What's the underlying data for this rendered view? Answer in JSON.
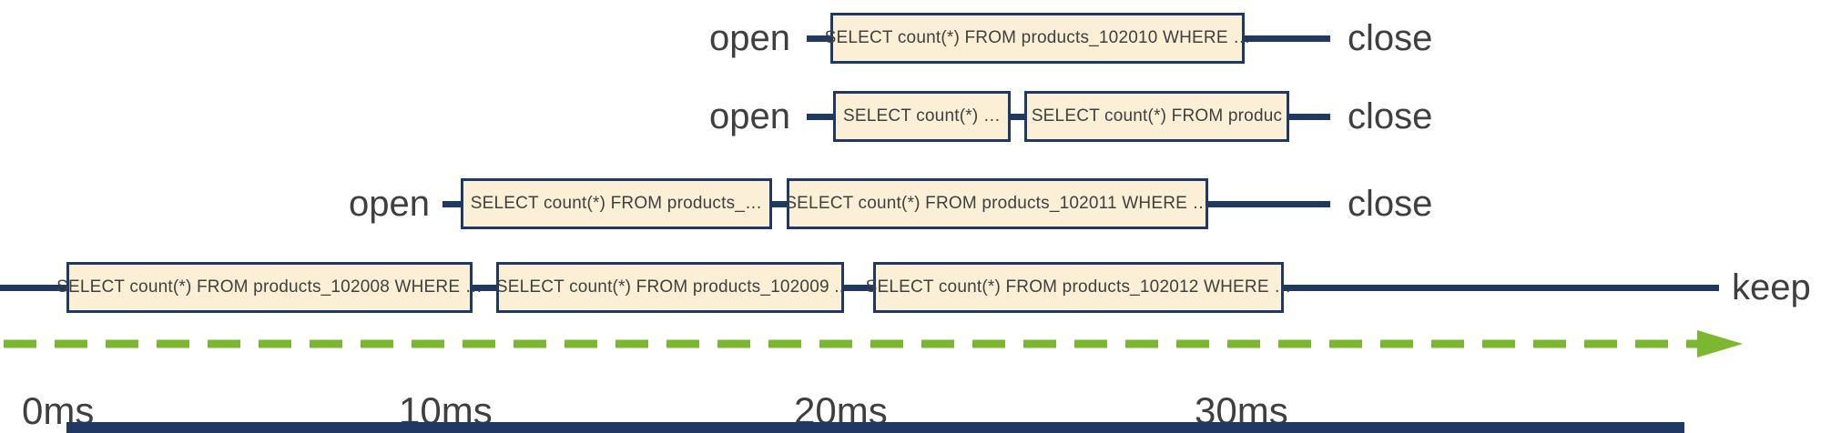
{
  "connection_rows": [
    {
      "open": "open",
      "close": "close",
      "queries": [
        "SELECT count(*) FROM products_102010 WHERE …"
      ]
    },
    {
      "open": "open",
      "close": "close",
      "queries": [
        "SELECT count(*) …",
        "SELECT count(*) FROM  produc"
      ]
    },
    {
      "open": "open",
      "close": "close",
      "queries": [
        "SELECT count(*) FROM products_…",
        "SELECT count(*) FROM products_102011 WHERE …"
      ]
    },
    {
      "keep": "keep",
      "queries": [
        "SELECT count(*) FROM products_102008 WHERE …",
        "SELECT count(*) FROM products_102009 ..",
        "SELECT count(*) FROM products_102012 WHERE …"
      ]
    }
  ],
  "time_axis": {
    "ticks": [
      "0ms",
      "10ms",
      "20ms",
      "30ms"
    ]
  },
  "colors": {
    "timeline-line": "#1F3864",
    "query-box-bg": "#FBEFD5",
    "query-box-border": "#1F3864",
    "label-text": "#3F3F3F",
    "time-arrow": "#7CB82F"
  }
}
